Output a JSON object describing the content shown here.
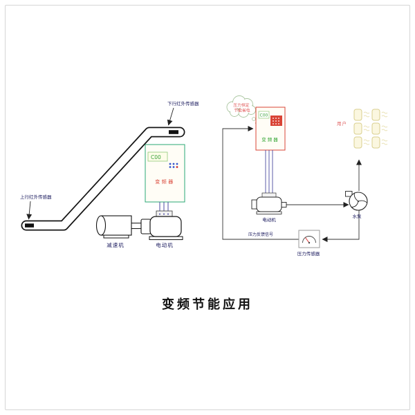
{
  "title": "变频节能应用",
  "colors": {
    "inverter_left_border": "#2aa876",
    "inverter_right_border": "#d94436",
    "display_text_green": "#3aa13a",
    "label_red": "#d94436",
    "label_green": "#2aa12a",
    "label_navy": "#1a1a5e",
    "radiator_yellow": "#d9cf8e",
    "line_black": "#1a1a1a"
  },
  "escalator": {
    "top_sensor_label": "下行红外传感器",
    "bottom_sensor_label": "上行红外传感器",
    "inverter_display": "C00",
    "inverter_label": "变频器",
    "reducer_label": "减速机",
    "motor_label": "电动机"
  },
  "pump_system": {
    "cloud_line1": "压力恒定",
    "cloud_line2": "节能省电",
    "inverter_display": "C00",
    "inverter_label": "变频器",
    "motor_label": "电动机",
    "pump_label": "水泵",
    "users_label": "用户",
    "pressure_sensor_label": "压力传感器",
    "feedback_label": "压力反馈信号"
  }
}
